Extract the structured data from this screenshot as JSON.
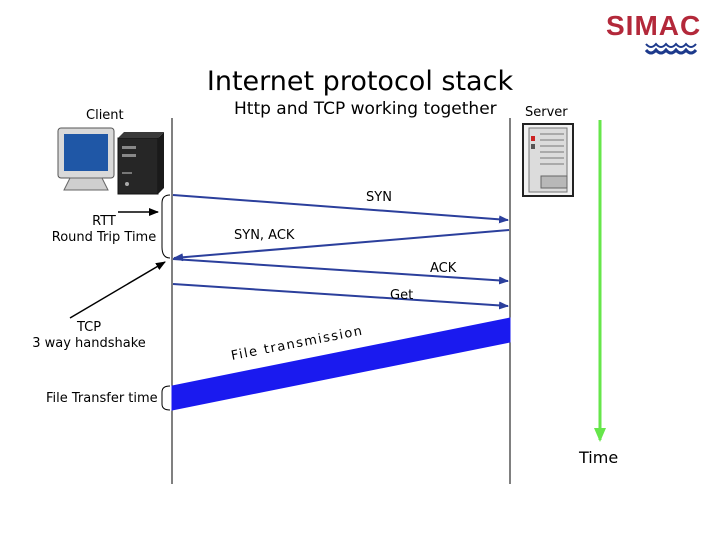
{
  "title": "Internet protocol stack",
  "subtitle": "Http and TCP working together",
  "logo": {
    "text": "SIMAC"
  },
  "participants": {
    "client": "Client",
    "server": "Server"
  },
  "annotations": {
    "rtt_line1": "RTT",
    "rtt_line2": "Round Trip Time",
    "tcp_line1": "TCP",
    "tcp_line2": "3 way handshake",
    "file_transfer_time": "File Transfer time"
  },
  "messages": {
    "syn": "SYN",
    "syn_ack": "SYN, ACK",
    "ack": "ACK",
    "get": "Get",
    "file_transmission": "File transmission"
  },
  "time_label": "Time",
  "colors": {
    "message_arrow": "#2b3f9c",
    "file_band": "#1a1aef",
    "time_arrow": "#66e64a",
    "logo": "#b3283a",
    "logo_waves": "#1d3a8c"
  },
  "icons": {
    "client": "desktop-computer-icon",
    "server": "server-tower-icon"
  }
}
